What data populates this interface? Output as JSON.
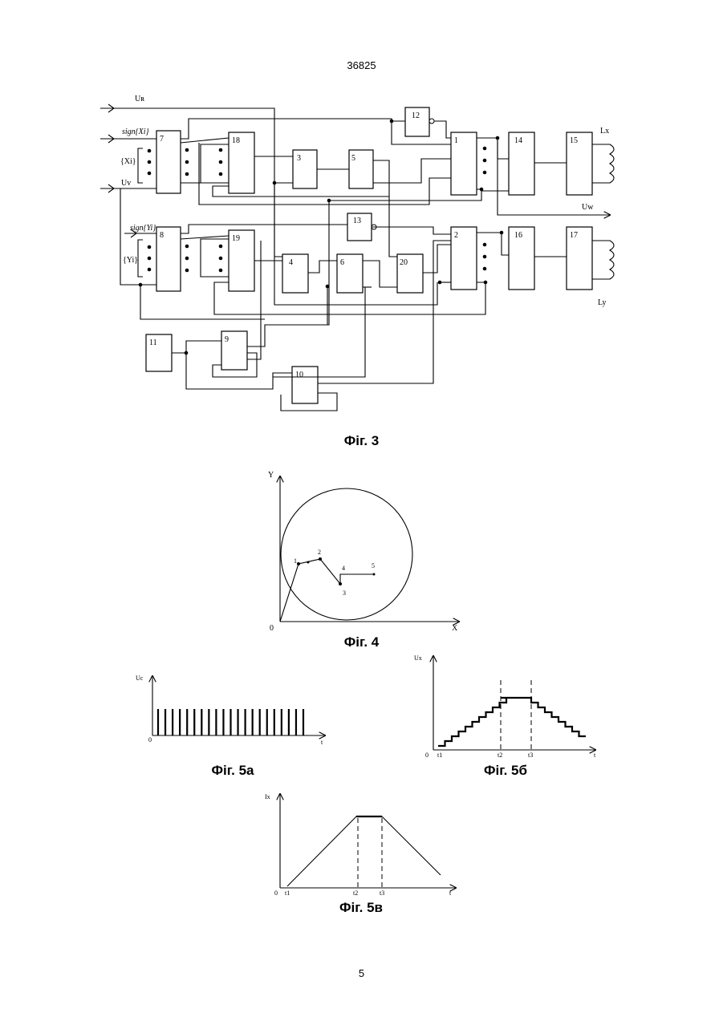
{
  "page": {
    "header": "36825",
    "footer": "5"
  },
  "fig3": {
    "caption": "Фiг. 3",
    "inputs": {
      "ur": "Uʀ",
      "sign_x": "sign{Xi}",
      "xi": "{Xi}",
      "uv": "Uv",
      "sign_y": "sign{Yi}",
      "yi": "{Yi}"
    },
    "outputs": {
      "uw": "Uw",
      "lx": "Lx",
      "ly": "Ly"
    },
    "blocks": [
      "1",
      "2",
      "3",
      "4",
      "5",
      "6",
      "7",
      "8",
      "9",
      "10",
      "11",
      "12",
      "13",
      "14",
      "15",
      "16",
      "17",
      "18",
      "19",
      "20"
    ]
  },
  "fig4": {
    "caption": "Фiг. 4",
    "axis_y": "Y",
    "axis_x": "X",
    "origin": "0",
    "point_labels": [
      "1",
      "2",
      "3",
      "4",
      "5"
    ]
  },
  "fig5a": {
    "caption": "Фiг. 5а",
    "ylabel": "Uc",
    "xlabel": "t",
    "origin": "0",
    "pulse_count": 21
  },
  "fig5b": {
    "caption": "Фiг. 5б",
    "ylabel": "Ux",
    "xlabel": "t",
    "origin": "0",
    "t1": "t1",
    "t2": "t2",
    "t3": "t3"
  },
  "fig5c": {
    "caption": "Фiг. 5в",
    "ylabel": "Ix",
    "xlabel": "t",
    "origin": "0",
    "t1": "t1",
    "t2": "t2",
    "t3": "t3"
  }
}
